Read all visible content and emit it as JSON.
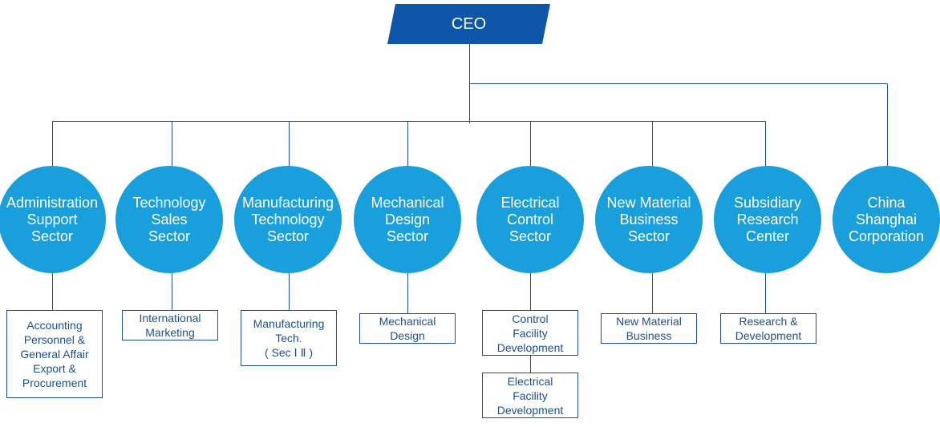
{
  "colors": {
    "ceo_fill": "#0e56a8",
    "circle_fill": "#1a9fdd",
    "line": "#1e4f8c",
    "box_text": "#1e4f8c"
  },
  "ceo": {
    "label": "CEO"
  },
  "sectors": [
    {
      "label": "Administration\nSupport\nSector",
      "units": [
        "Accounting\nPersonnel &\nGeneral Affair\nExport &\nProcurement"
      ]
    },
    {
      "label": "Technology\nSales\nSector",
      "units": [
        "International\nMarketing"
      ]
    },
    {
      "label": "Manufacturing\nTechnology\nSector",
      "units": [
        "Manufacturing\nTech.\n( Sec Ⅰ Ⅱ )"
      ]
    },
    {
      "label": "Mechanical\nDesign\nSector",
      "units": [
        "Mechanical\nDesign"
      ]
    },
    {
      "label": "Electrical\nControl\nSector",
      "units": [
        "Control\nFacility\nDevelopment",
        "Electrical\nFacility\nDevelopment"
      ]
    },
    {
      "label": "New Material\nBusiness\nSector",
      "units": [
        "New Material\nBusiness"
      ]
    },
    {
      "label": "Subsidiary\nResearch\nCenter",
      "units": [
        "Research &\nDevelopment"
      ]
    },
    {
      "label": "China\nShanghai\nCorporation",
      "units": []
    }
  ]
}
